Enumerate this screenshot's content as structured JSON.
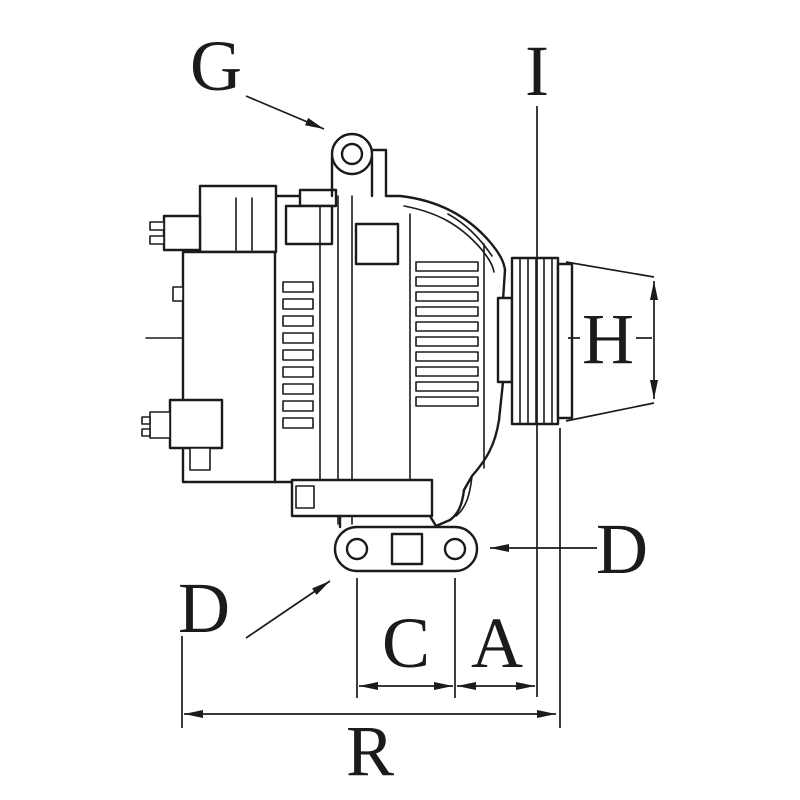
{
  "drawing": {
    "labels": {
      "g": "G",
      "i": "I",
      "h": "H",
      "d_front": "D",
      "d_rear": "D",
      "c": "C",
      "a": "A",
      "r": "R"
    },
    "colors": {
      "line": "#1b1b1b",
      "background": "#ffffff"
    }
  }
}
